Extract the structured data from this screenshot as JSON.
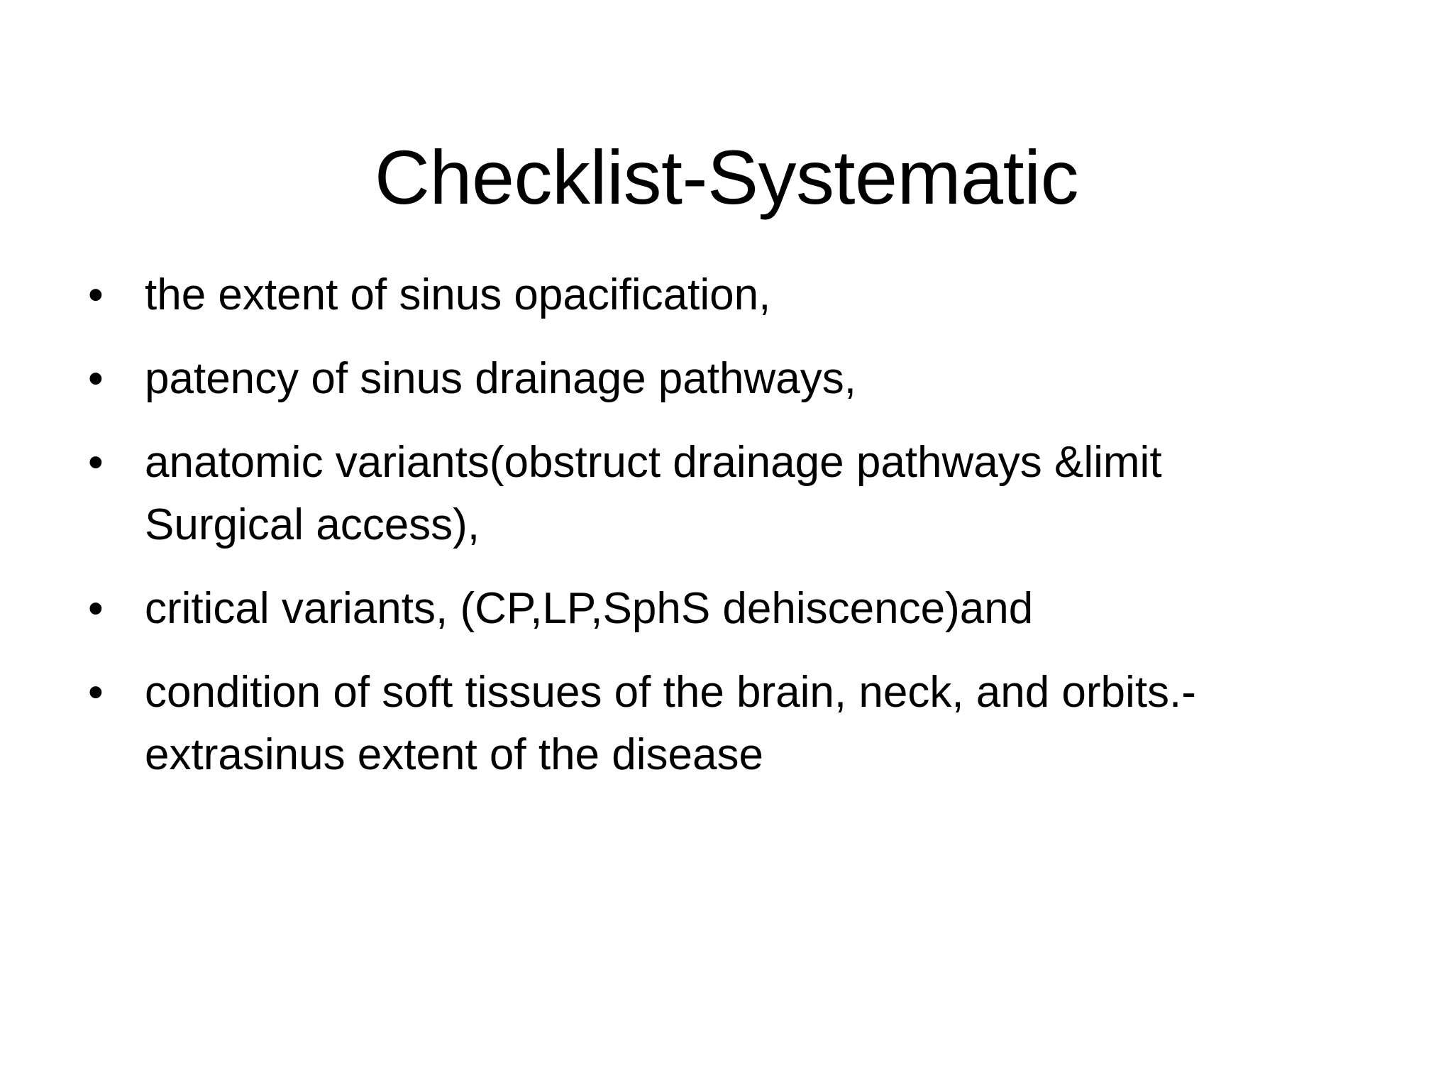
{
  "slide": {
    "background_color": "#ffffff",
    "text_color": "#000000",
    "title": "Checklist-Systematic",
    "bullet_glyph": "•",
    "bullets": [
      {
        "text": "the extent of sinus opacification,"
      },
      {
        "text": "patency of sinus drainage pathways,"
      },
      {
        "text": "anatomic variants(obstruct drainage pathways &limit Surgical access),"
      },
      {
        "text": "critical variants, (CP,LP,SphS dehiscence)and"
      },
      {
        "text": "condition of soft tissues of the brain, neck, and orbits.-extrasinus extent of the disease"
      }
    ]
  }
}
